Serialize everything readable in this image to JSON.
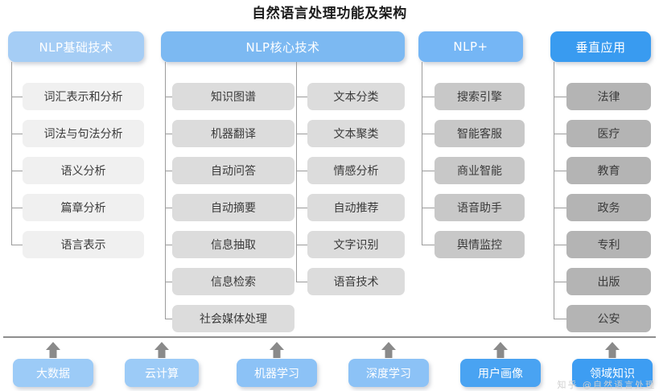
{
  "title": "自然语言处理功能及架构",
  "columns": [
    {
      "header": "NLP基础技术",
      "header_color": "#a5cdf5",
      "item_color": "#f0f0f0",
      "groups": [
        {
          "items": [
            "词汇表示和分析",
            "词法与句法分析",
            "语义分析",
            "篇章分析",
            "语言表示"
          ]
        }
      ]
    },
    {
      "header": "NLP核心技术",
      "header_color": "#7cb9f2",
      "item_color": "#dcdcdc",
      "groups": [
        {
          "items": [
            "知识图谱",
            "机器翻译",
            "自动问答",
            "自动摘要",
            "信息抽取",
            "信息检索",
            "社会媒体处理"
          ]
        },
        {
          "items": [
            "文本分类",
            "文本聚类",
            "情感分析",
            "自动推荐",
            "文字识别",
            "语音技术"
          ]
        }
      ]
    },
    {
      "header": "NLP+",
      "header_color": "#75b6f5",
      "item_color": "#c8c8c8",
      "groups": [
        {
          "items": [
            "搜索引擎",
            "智能客服",
            "商业智能",
            "语音助手",
            "舆情监控"
          ]
        }
      ]
    },
    {
      "header": "垂直应用",
      "header_color": "#399bf0",
      "item_color": "#b4b4b4",
      "groups": [
        {
          "items": [
            "法律",
            "医疗",
            "教育",
            "政务",
            "专利",
            "出版",
            "公安"
          ]
        }
      ]
    }
  ],
  "foundation": {
    "arrow_color": "#8a8a8a",
    "items": [
      {
        "label": "大数据",
        "color": "#9ccbf7"
      },
      {
        "label": "云计算",
        "color": "#9ccbf7"
      },
      {
        "label": "机器学习",
        "color": "#8cc2f6"
      },
      {
        "label": "深度学习",
        "color": "#8cc2f6"
      },
      {
        "label": "用户画像",
        "color": "#49a3f2"
      },
      {
        "label": "领域知识",
        "color": "#3d9df2"
      }
    ]
  },
  "watermark": "知乎 @自然语言处理"
}
